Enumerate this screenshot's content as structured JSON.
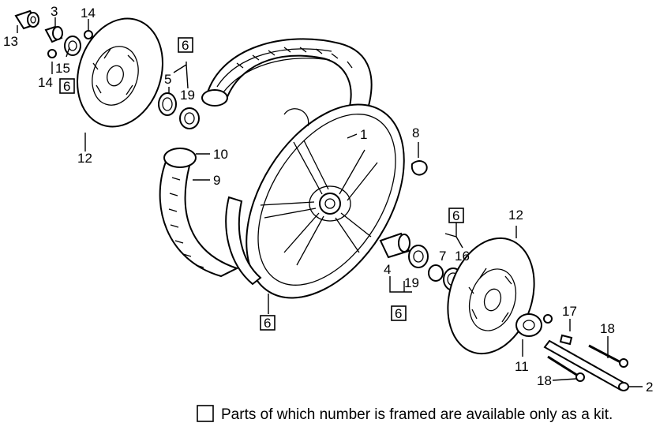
{
  "colors": {
    "ink": "#000000",
    "paper": "#ffffff"
  },
  "callouts": {
    "c1": "1",
    "c2": "2",
    "c3": "3",
    "c4": "4",
    "c5": "5",
    "c6": "6",
    "c7": "7",
    "c8": "8",
    "c9": "9",
    "c10": "10",
    "c11": "11",
    "c12a": "12",
    "c12b": "12",
    "c13": "13",
    "c14a": "14",
    "c14b": "14",
    "c15": "15",
    "c16": "16",
    "c17": "17",
    "c18a": "18",
    "c18b": "18",
    "c19a": "19",
    "c19b": "19"
  },
  "kit_tags": {
    "k1": "6",
    "k2": "6",
    "k3": "6",
    "k4": "6",
    "k5": "6"
  },
  "legend": {
    "text": "Parts of which number is framed are available only as a kit."
  }
}
